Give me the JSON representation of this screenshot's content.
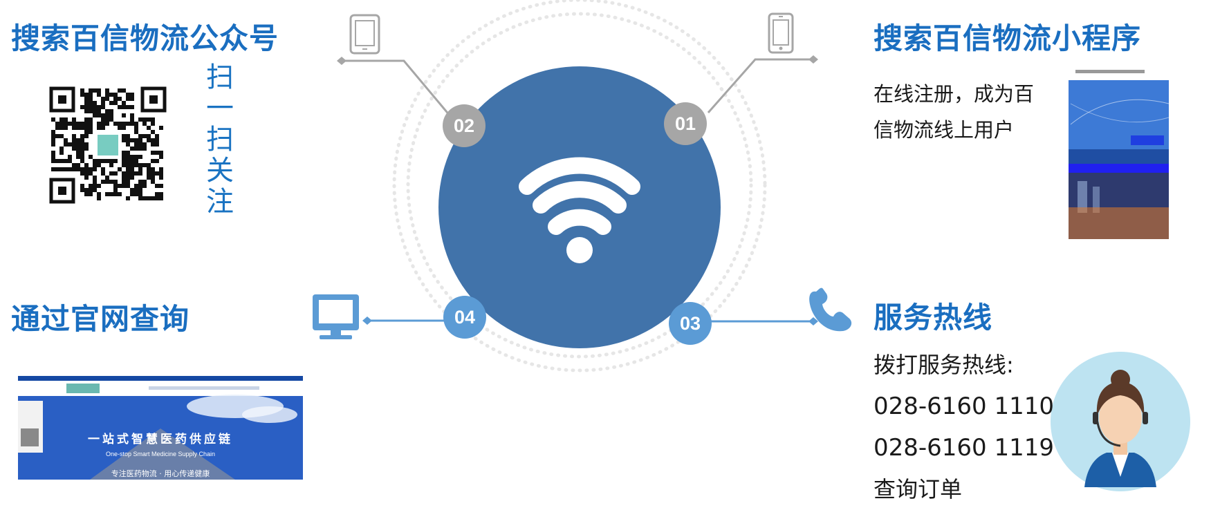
{
  "colors": {
    "title_blue": "#1a6ec0",
    "center_blue": "#4173aa",
    "badge_gray": "#a6a6a6",
    "badge_blue": "#5b9bd5",
    "line_gray": "#a6a6a6",
    "line_blue": "#5b9bd5"
  },
  "center": {
    "icon": "wifi-icon"
  },
  "sections": {
    "wechat": {
      "title": "搜索百信物流公众号",
      "scan_text": [
        "扫",
        "一",
        "扫",
        "关",
        "注"
      ],
      "icon": "tablet-icon",
      "badge": "02"
    },
    "miniprogram": {
      "title": "搜索百信物流小程序",
      "body": [
        "在线注册，成为百",
        "信物流线上用户"
      ],
      "icon": "smartphone-icon",
      "badge": "01"
    },
    "website": {
      "title": "通过官网查询",
      "icon": "monitor-icon",
      "badge": "04",
      "screenshot": {
        "headline": "一站式智慧医药供应链",
        "subline": "One-stop Smart Medicine Supply Chain",
        "footer": "专注医药物流 · 用心传递健康"
      }
    },
    "hotline": {
      "title": "服务热线",
      "lines": [
        "拨打服务热线:",
        "028-6160 1110",
        "028-6160 1119",
        "查询订单"
      ],
      "icon": "phone-icon",
      "badge": "03"
    }
  }
}
